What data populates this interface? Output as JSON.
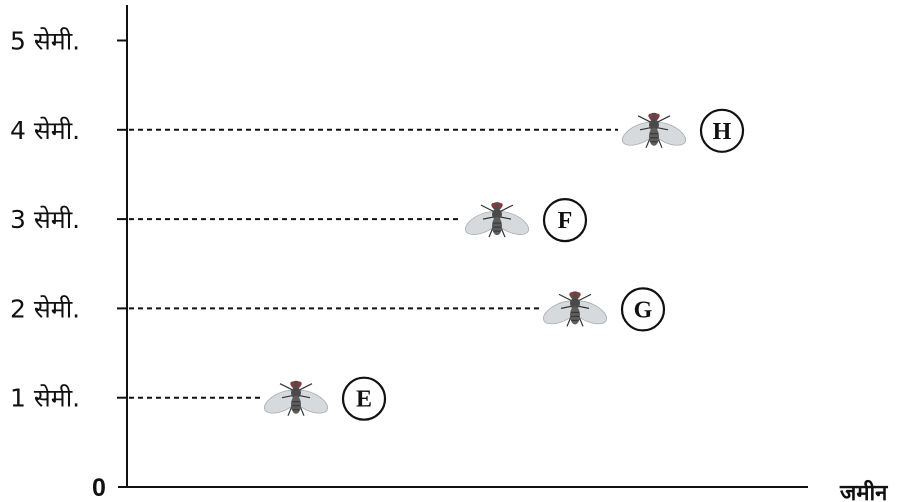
{
  "axis": {
    "ticks": [
      {
        "value": 0,
        "label": "0"
      },
      {
        "value": 1,
        "label": "1 सेमी."
      },
      {
        "value": 2,
        "label": "2 सेमी."
      },
      {
        "value": 3,
        "label": "3 सेमी."
      },
      {
        "value": 4,
        "label": "4 सेमी."
      },
      {
        "value": 5,
        "label": "5 सेमी."
      }
    ],
    "ground_label": "जमीन"
  },
  "flies": [
    {
      "label": "E",
      "height": 1
    },
    {
      "label": "G",
      "height": 2
    },
    {
      "label": "F",
      "height": 3
    },
    {
      "label": "H",
      "height": 4
    }
  ],
  "icons": {
    "fly": "fly-icon"
  },
  "colors": {
    "ink": "#111111",
    "wing": "#c9cdd2",
    "body": "#555555"
  }
}
